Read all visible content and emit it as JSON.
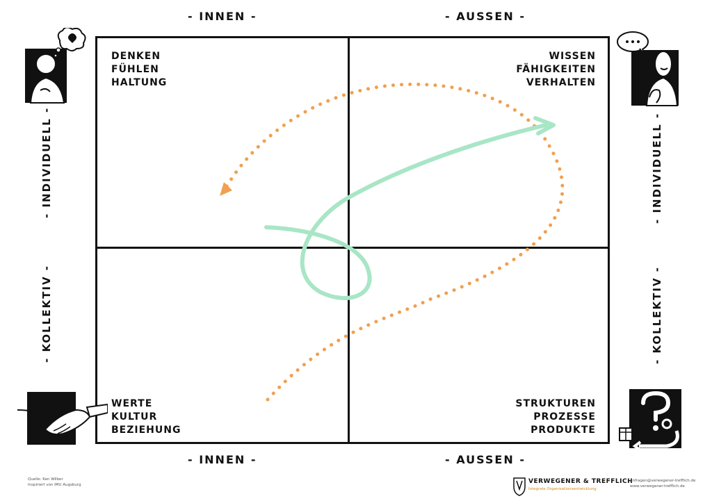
{
  "axis": {
    "top_left": "- INNEN -",
    "top_right": "- AUSSEN -",
    "bottom_left": "- INNEN -",
    "bottom_right": "- AUSSEN -",
    "left_upper": "- INDIVIDUELL -",
    "left_lower": "- KOLLEKTIV -",
    "right_upper": "- INDIVIDUELL -",
    "right_lower": "- KOLLEKTIV -"
  },
  "quadrants": {
    "top_left": [
      "DENKEN",
      "FÜHLEN",
      "HALTUNG"
    ],
    "top_right": [
      "WISSEN",
      "FÄHIGKEITEN",
      "VERHALTEN"
    ],
    "bottom_left": [
      "WERTE",
      "KULTUR",
      "BEZIEHUNG"
    ],
    "bottom_right": [
      "STRUKTUREN",
      "PROZESSE",
      "PRODUKTE"
    ]
  },
  "colors": {
    "orange_dotted_arrow": "#f0a050",
    "green_arrow": "#a8e6c6",
    "line": "#111111"
  },
  "icons": {
    "top_left": "thinking-person-icon",
    "top_right": "talking-person-icon",
    "bottom_left": "handshake-icon",
    "bottom_right": "process-structure-icon"
  },
  "footer": {
    "source_line1": "Quelle: Ken Wilber",
    "source_line2": "Inspiriert von IMU Augsburg",
    "brand_name": "VERWEGENER & TREFFLICH",
    "brand_tagline": "Integrale Organisationsentwicklung",
    "contact_email": "anfragen@verwegener-trefflich.de",
    "contact_web": "www.verwegener-trefflich.de"
  }
}
